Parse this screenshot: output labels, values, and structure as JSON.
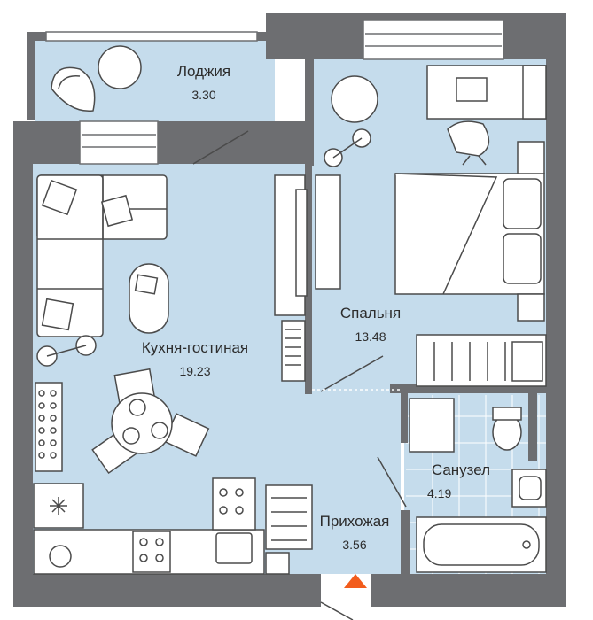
{
  "rooms": [
    {
      "id": "loggia",
      "name": "Лоджия",
      "area": "3.30"
    },
    {
      "id": "kitchen-living",
      "name": "Кухня-гостиная",
      "area": "19.23"
    },
    {
      "id": "bedroom",
      "name": "Спальня",
      "area": "13.48"
    },
    {
      "id": "bathroom",
      "name": "Санузел",
      "area": "4.19"
    },
    {
      "id": "hallway",
      "name": "Прихожая",
      "area": "3.56"
    }
  ],
  "colors": {
    "wall": "#6d6e71",
    "floor": "#c5dcec",
    "furniture": "#ffffff",
    "line": "#4b4b4b",
    "tile": "#dfe9f2",
    "entrance_marker": "#f25c1c"
  },
  "icons": [
    "sofa-icon",
    "armchair-icon",
    "dining-table-icon",
    "bed-icon",
    "desk-icon",
    "bathtub-icon",
    "toilet-icon",
    "sink-icon",
    "stove-icon",
    "wardrobe-icon",
    "entrance-arrow-icon"
  ]
}
